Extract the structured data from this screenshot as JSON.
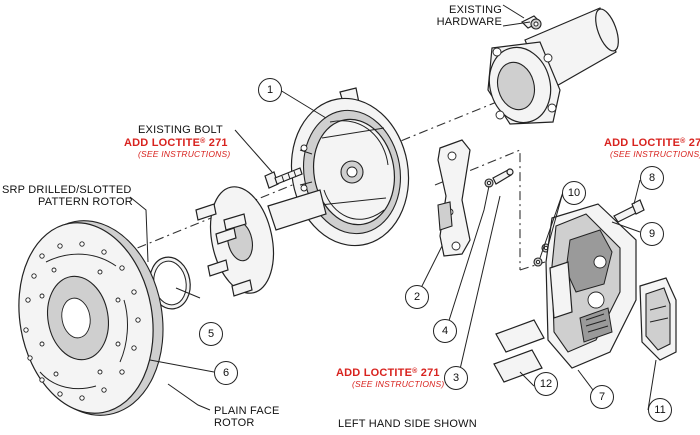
{
  "labels": {
    "existing_hardware": [
      "EXISTING",
      "HARDWARE"
    ],
    "existing_bolt": "EXISTING BOLT",
    "add_loctite": "ADD LOCTITE",
    "registered": "®",
    "loctite_number": "271",
    "see_instructions": "(SEE INSTRUCTIONS)",
    "srp_rotor": [
      "SRP DRILLED/SLOTTED",
      "PATTERN ROTOR"
    ],
    "plain_face_rotor": [
      "PLAIN FACE",
      "ROTOR"
    ],
    "left_hand_side": "LEFT HAND SIDE SHOWN"
  },
  "callouts": [
    "1",
    "2",
    "3",
    "4",
    "5",
    "6",
    "7",
    "8",
    "9",
    "10",
    "11",
    "12"
  ],
  "colors": {
    "line": "#222222",
    "loctite_red": "#d8231f",
    "part_fill": "#f2f2f2",
    "part_shade": "#bdbdbd"
  }
}
